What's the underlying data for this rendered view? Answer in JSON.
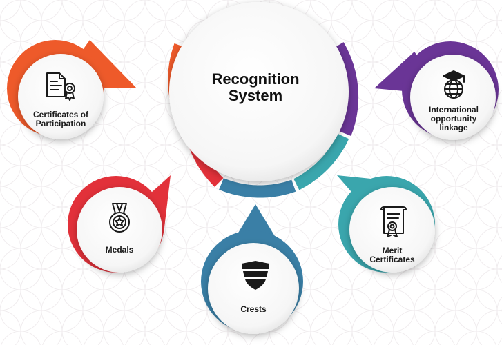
{
  "center": {
    "title": "Recognition\nSystem"
  },
  "nodes": [
    {
      "key": "certificates",
      "label": "Certificates of\nParticipation",
      "color": "#ee5a2a",
      "icon": "certificate-document-icon"
    },
    {
      "key": "medals",
      "label": "Medals",
      "color": "#e2313a",
      "icon": "medal-icon"
    },
    {
      "key": "crests",
      "label": "Crests",
      "color": "#3a7fa6",
      "icon": "crest-shield-icon"
    },
    {
      "key": "merit",
      "label": "Merit\nCertificates",
      "color": "#3aa6ad",
      "icon": "scroll-certificate-icon"
    },
    {
      "key": "international",
      "label": "International\nopportunity\nlinkage",
      "color": "#6a3596",
      "icon": "graduation-globe-icon"
    }
  ],
  "colors": {
    "ring_orange": "#ee5a2a",
    "ring_red": "#e2313a",
    "ring_blue": "#3a7fa6",
    "ring_teal": "#3aa6ad",
    "ring_purple": "#6a3596"
  }
}
